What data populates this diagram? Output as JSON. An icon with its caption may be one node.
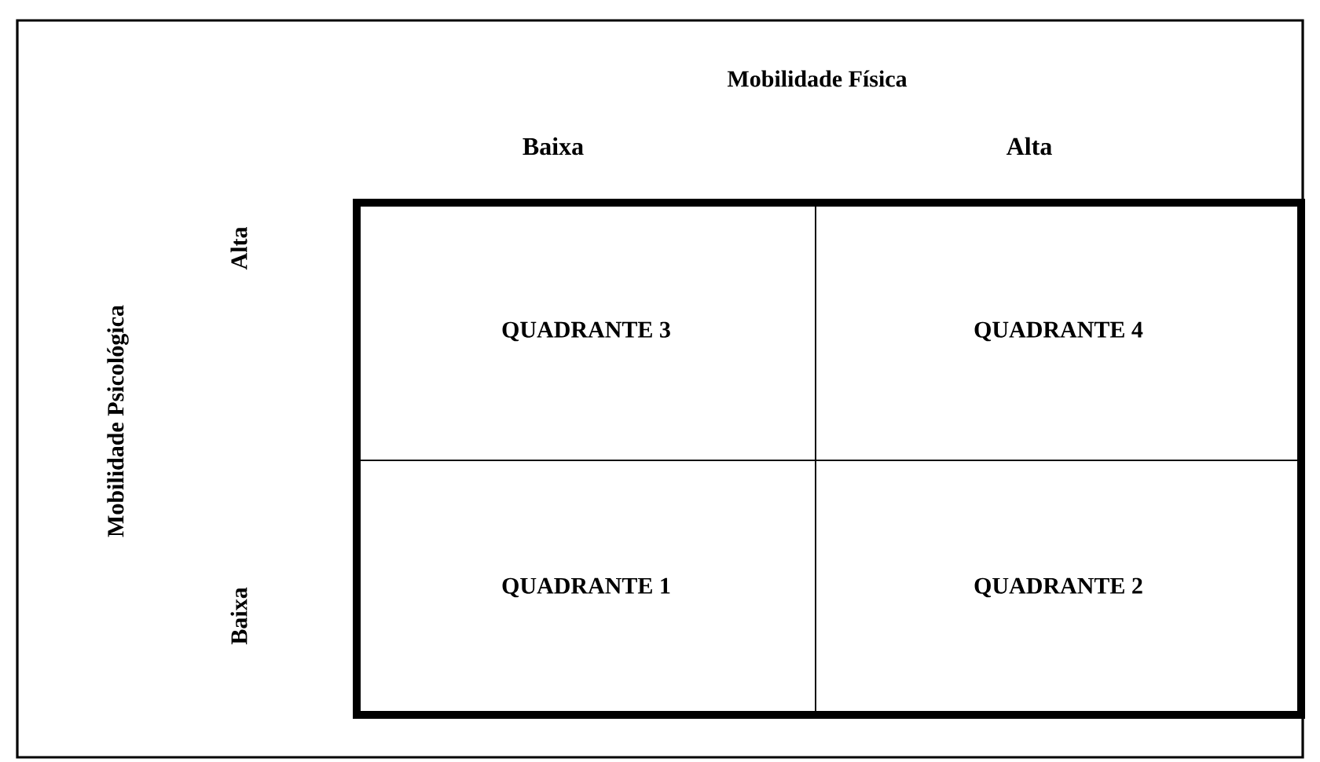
{
  "diagram": {
    "title": "Mobilidade Física",
    "nodes": [
      {
        "text": [
          "QUADRANTE 3"
        ]
      },
      {
        "text": [
          "QUADRANTE 4"
        ]
      },
      {
        "text": [
          "QUADRANTE 1"
        ]
      },
      {
        "text": [
          "QUADRANTE 2"
        ]
      }
    ],
    "labels": [
      "Baixa",
      "Alta",
      "Mobilidade Psicológica",
      "Alta",
      "Baixa"
    ]
  }
}
